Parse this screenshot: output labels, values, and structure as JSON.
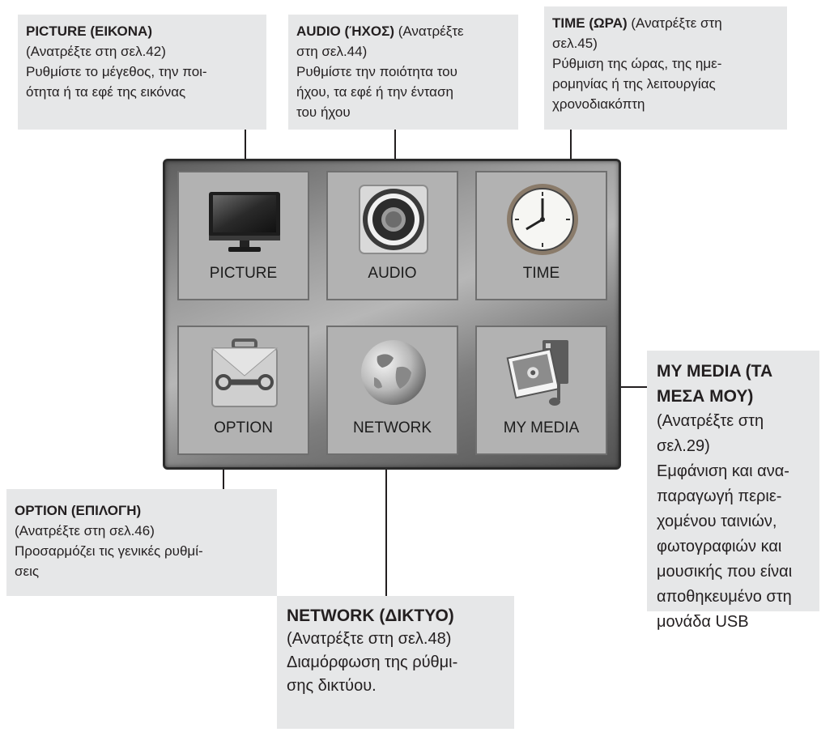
{
  "picture": {
    "title": "PICTURE (ΕΙΚΟΝΑ)",
    "ref": "(Ανατρέξτε στη σελ.42)",
    "desc_lines": [
      "Ρυθμίστε το μέγεθος, την ποι-",
      "ότητα ή τα εφέ της εικόνας"
    ]
  },
  "audio": {
    "title": "AUDIO (ΉΧΟΣ)",
    "ref_inline": "(Ανατρέξτε",
    "ref_line2": "στη σελ.44)",
    "desc_lines": [
      "Ρυθμίστε την ποιότητα του",
      "ήχου, τα εφέ ή την ένταση",
      "του ήχου"
    ]
  },
  "time": {
    "title": "TIME (ΩΡΑ)",
    "ref_inline": "(Ανατρέξτε στη",
    "ref_line2": "σελ.45)",
    "desc_lines": [
      "Ρύθμιση της ώρας, της ημε-",
      "ρομηνίας ή της λειτουργίας",
      "χρονοδιακόπτη"
    ]
  },
  "option": {
    "title": "OPTION (ΕΠΙΛΟΓΗ)",
    "ref": "(Ανατρέξτε στη σελ.46)",
    "desc_lines": [
      "Προσαρμόζει τις γενικές ρυθμί-",
      "σεις"
    ]
  },
  "network": {
    "title": "NETWORK (ΔΙΚΤΥΟ)",
    "ref": "(Ανατρέξτε στη σελ.48)",
    "desc_lines": [
      "Διαμόρφωση της ρύθμι-",
      "σης δικτύου."
    ]
  },
  "mymedia": {
    "title_lines": [
      "MY MEDIA (ΤΑ",
      "ΜΕΣΑ ΜΟΥ)"
    ],
    "ref_lines": [
      "(Ανατρέξτε στη",
      "σελ.29)"
    ],
    "desc_lines": [
      "Εμφάνιση και ανα-",
      "παραγωγή περιε-",
      "χομένου ταινιών,",
      "φωτογραφιών και",
      "μουσικής που είναι",
      "αποθηκευμένο στη",
      "μονάδα USB"
    ]
  },
  "menu": {
    "tiles": [
      {
        "label": "PICTURE",
        "icon": "tv-icon"
      },
      {
        "label": "AUDIO",
        "icon": "speaker-icon"
      },
      {
        "label": "TIME",
        "icon": "clock-icon"
      },
      {
        "label": "OPTION",
        "icon": "toolbox-icon"
      },
      {
        "label": "NETWORK",
        "icon": "globe-icon"
      },
      {
        "label": "MY MEDIA",
        "icon": "media-icon"
      }
    ]
  }
}
